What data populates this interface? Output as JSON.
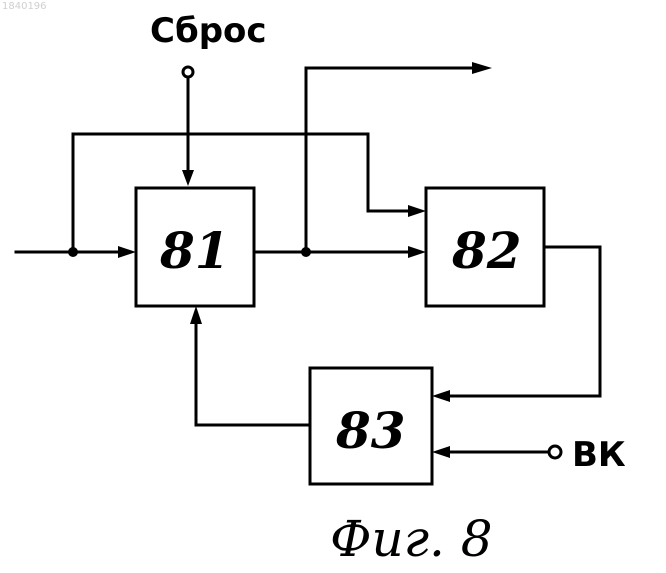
{
  "doc_id": "1840196",
  "blocks": {
    "b81": "81",
    "b82": "82",
    "b83": "83"
  },
  "labels": {
    "reset": "Сброс",
    "vk": "ВК"
  },
  "caption": "Фиг. 8"
}
